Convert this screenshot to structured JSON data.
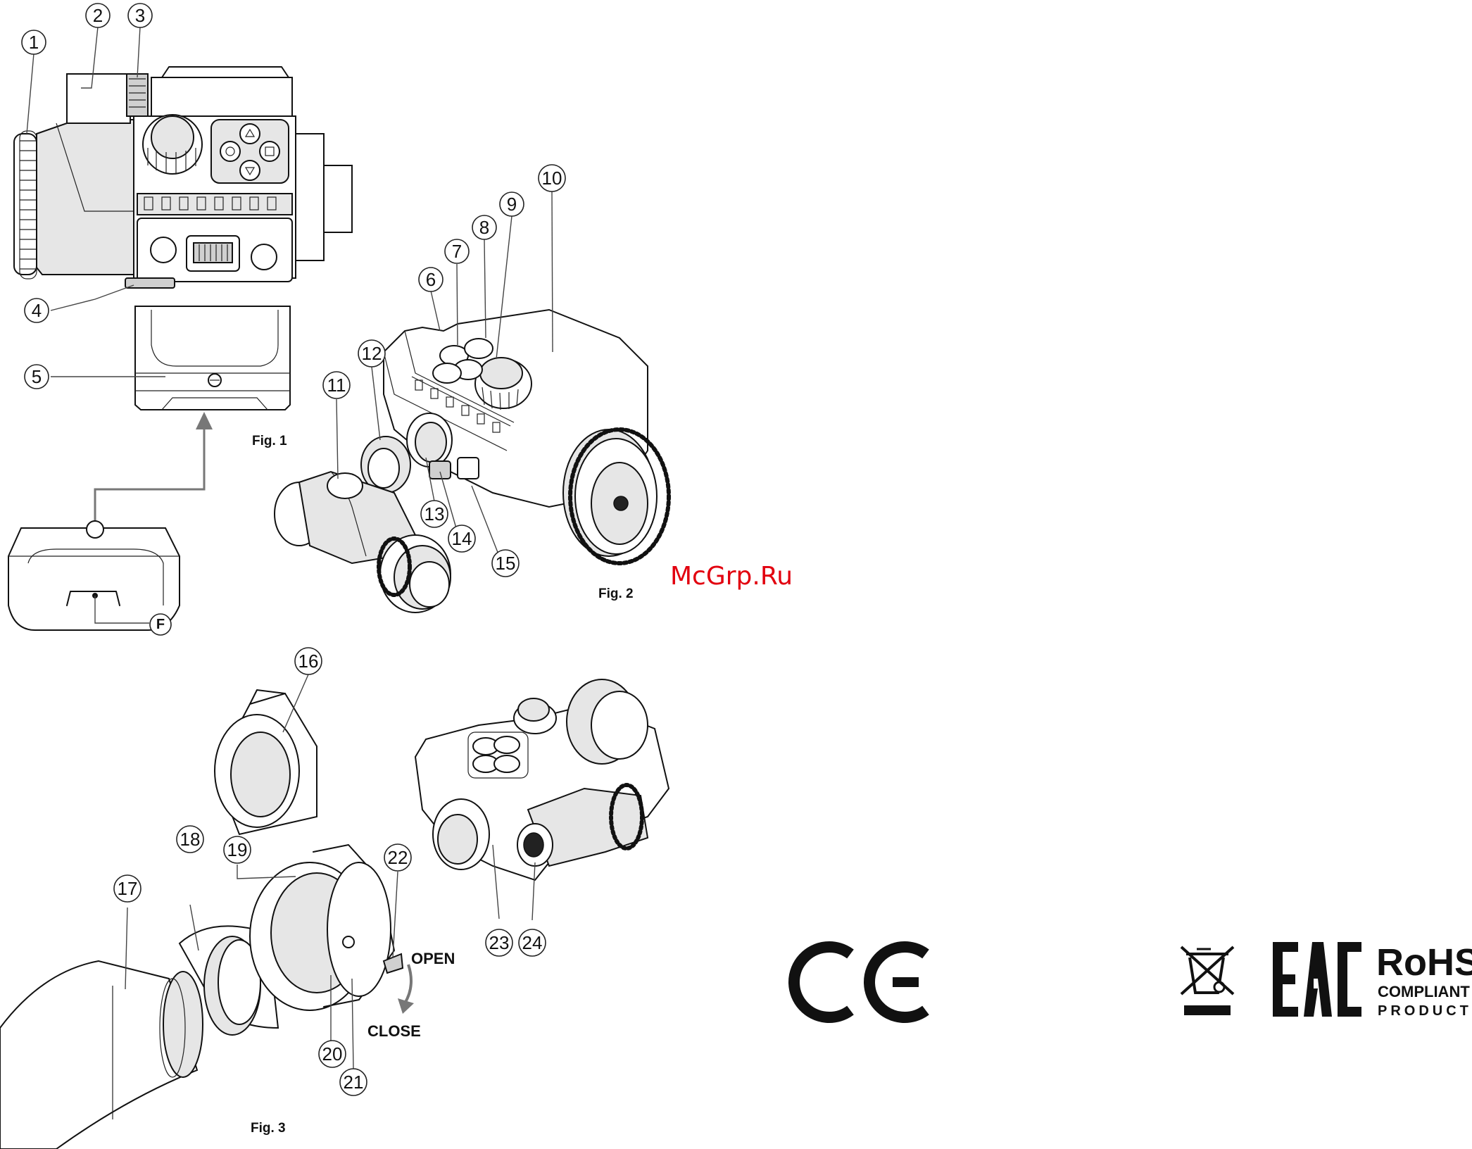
{
  "figures": {
    "fig1_label": "Fig. 1",
    "fig2_label": "Fig. 2",
    "fig3_label": "Fig. 3"
  },
  "callouts": {
    "c1": "1",
    "c2": "2",
    "c3": "3",
    "c4": "4",
    "c5": "5",
    "cF": "F",
    "c6": "6",
    "c7": "7",
    "c8": "8",
    "c9": "9",
    "c10": "10",
    "c11": "11",
    "c12": "12",
    "c13": "13",
    "c14": "14",
    "c15": "15",
    "c16": "16",
    "c17": "17",
    "c18": "18",
    "c19": "19",
    "c20": "20",
    "c21": "21",
    "c22": "22",
    "c23": "23",
    "c24": "24"
  },
  "actions": {
    "open": "OPEN",
    "close": "CLOSE"
  },
  "watermark": "McGrp.Ru",
  "compliance": {
    "ce_mark": "CE",
    "weee_icon": "crossed-out-wheelie-bin-icon",
    "eac_mark": "EAC",
    "rohs_title": "RoHS",
    "rohs_line2": "COMPLIANT",
    "rohs_line3": "PRODUCT"
  },
  "colors": {
    "ink": "#111111",
    "watermark": "#e2000f",
    "fill_light": "#e6e6e6"
  }
}
